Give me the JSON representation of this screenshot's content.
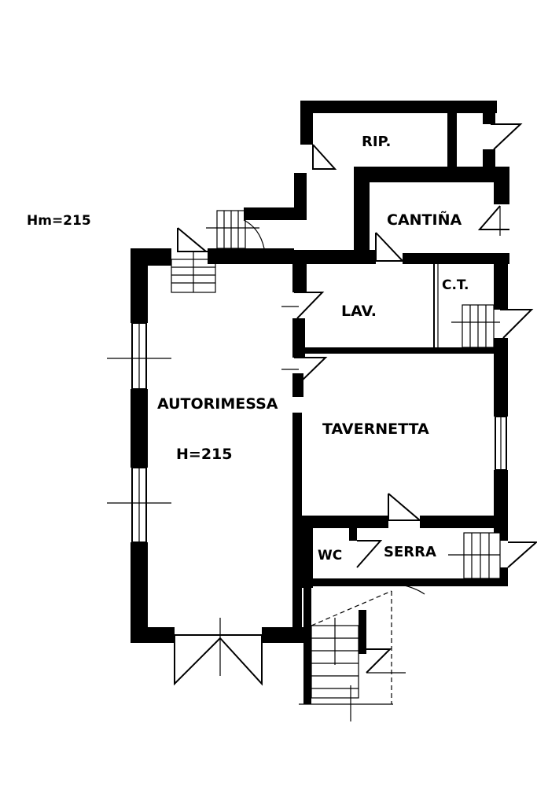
{
  "plan": {
    "global_height": "Hm=215",
    "rooms": {
      "rip": "RIP.",
      "cantina": "CANTIÑA",
      "ct": "C.T.",
      "lav": "LAV.",
      "autorimessa": "AUTORIMESSA",
      "autorimessa_height": "H=215",
      "tavernetta": "TAVERNETTA",
      "wc": "WC",
      "serra": "SERRA"
    }
  }
}
